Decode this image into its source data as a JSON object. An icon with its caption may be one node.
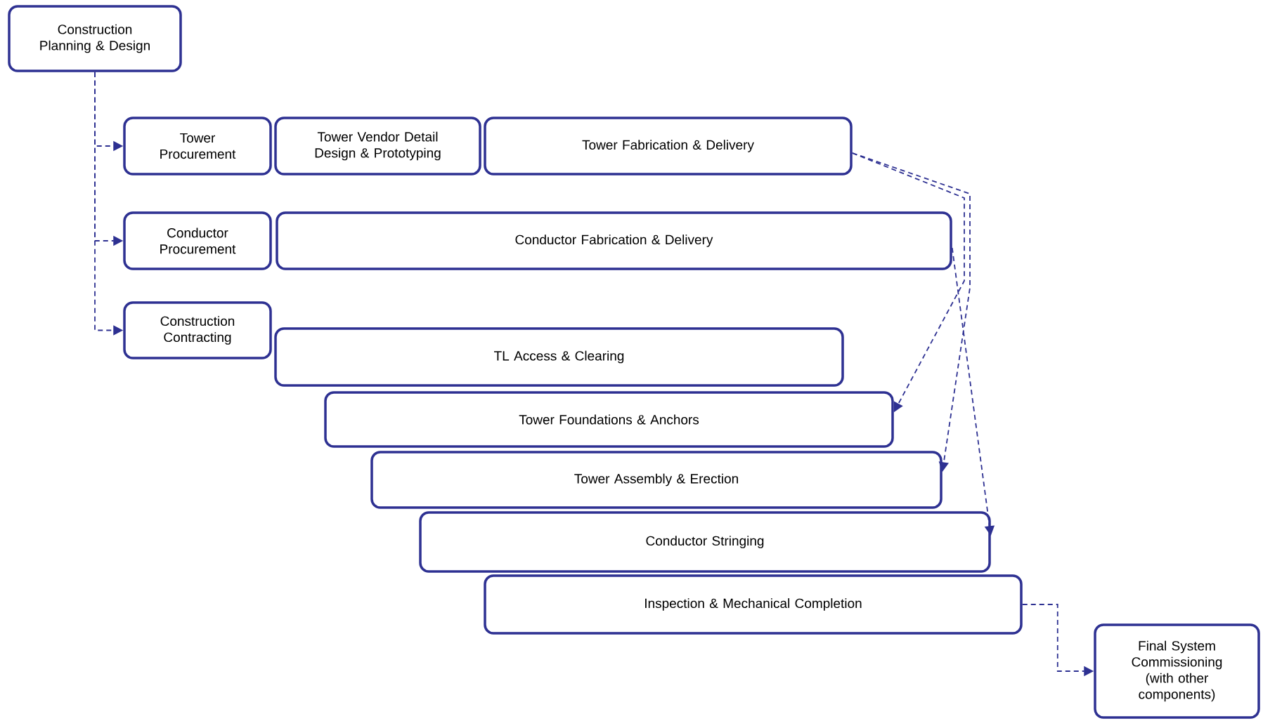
{
  "diagram": {
    "nodes": [
      {
        "text": [
          "Construction Planning & Design"
        ]
      },
      {
        "text": [
          "Tower Procurement"
        ]
      },
      {
        "text": [
          "Tower Vendor Detail Design & Prototyping"
        ]
      },
      {
        "text": [
          "Tower Fabrication & Delivery"
        ]
      },
      {
        "text": [
          "Conductor Procurement"
        ]
      },
      {
        "text": [
          "Conductor Fabrication & Delivery"
        ]
      },
      {
        "text": [
          "Construction Contracting"
        ]
      },
      {
        "text": [
          "TL Access & Clearing"
        ]
      },
      {
        "text": [
          "Tower Foundations & Anchors"
        ]
      },
      {
        "text": [
          "Tower Assembly & Erection"
        ]
      },
      {
        "text": [
          "Conductor Stringing"
        ]
      },
      {
        "text": [
          "Inspection & Mechanical Completion"
        ]
      },
      {
        "text": [
          "Final System Commissioning (with other components)"
        ]
      }
    ],
    "edges": [
      {
        "from": 0,
        "to": 1,
        "arrow": "to",
        "style": "dashed"
      },
      {
        "from": 0,
        "to": 4,
        "arrow": "to",
        "style": "dashed"
      },
      {
        "from": 0,
        "to": 6,
        "arrow": "to",
        "style": "dashed"
      },
      {
        "from": 3,
        "to": 8,
        "arrow": "to",
        "style": "dashed"
      },
      {
        "from": 3,
        "to": 9,
        "arrow": "to",
        "style": "dashed"
      },
      {
        "from": 5,
        "to": 10,
        "arrow": "to",
        "style": "dashed"
      },
      {
        "from": 11,
        "to": 12,
        "arrow": "to",
        "style": "dashed"
      }
    ]
  }
}
